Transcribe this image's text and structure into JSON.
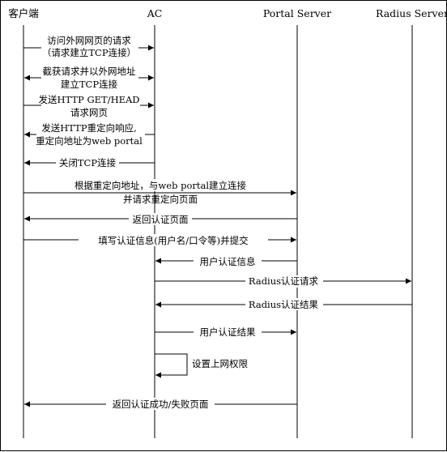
{
  "participants": [
    {
      "id": "client",
      "label": "客户端"
    },
    {
      "id": "ac",
      "label": "AC"
    },
    {
      "id": "portal",
      "label": "Portal Server"
    },
    {
      "id": "radius",
      "label": "Radius Server"
    }
  ],
  "messages": [
    {
      "from": "client",
      "to": "ac",
      "lines": [
        "访问外网网页的请求",
        "（请求建立TCP连接）"
      ]
    },
    {
      "from": "ac",
      "to": "client",
      "double": true,
      "lines": [
        "截获请求并以外网地址",
        "建立TCP连接"
      ]
    },
    {
      "from": "client",
      "to": "ac",
      "lines": [
        "发送HTTP GET/HEAD",
        "请求网页"
      ]
    },
    {
      "from": "ac",
      "to": "client",
      "lines": [
        "发送HTTP重定向响应,",
        "重定向地址为web portal"
      ]
    },
    {
      "from": "ac",
      "to": "client",
      "lines": [
        "关闭TCP连接"
      ]
    },
    {
      "from": "client",
      "to": "portal",
      "lines": [
        "根据重定向地址，与web portal建立连接",
        "并请求重定向页面"
      ]
    },
    {
      "from": "portal",
      "to": "client",
      "lines": [
        "返回认证页面"
      ]
    },
    {
      "from": "client",
      "to": "portal",
      "lines": [
        "填写认证信息(用户名/口令等)并提交"
      ]
    },
    {
      "from": "portal",
      "to": "ac",
      "lines": [
        "用户认证信息"
      ]
    },
    {
      "from": "ac",
      "to": "radius",
      "lines": [
        "Radius认证请求"
      ]
    },
    {
      "from": "radius",
      "to": "ac",
      "lines": [
        "Radius认证结果"
      ]
    },
    {
      "from": "ac",
      "to": "portal",
      "lines": [
        "用户认证结果"
      ]
    },
    {
      "from": "ac",
      "to": "ac",
      "self": true,
      "lines": [
        "设置上网权限"
      ]
    },
    {
      "from": "portal",
      "to": "client",
      "lines": [
        "返回认证成功/失败页面"
      ]
    }
  ]
}
